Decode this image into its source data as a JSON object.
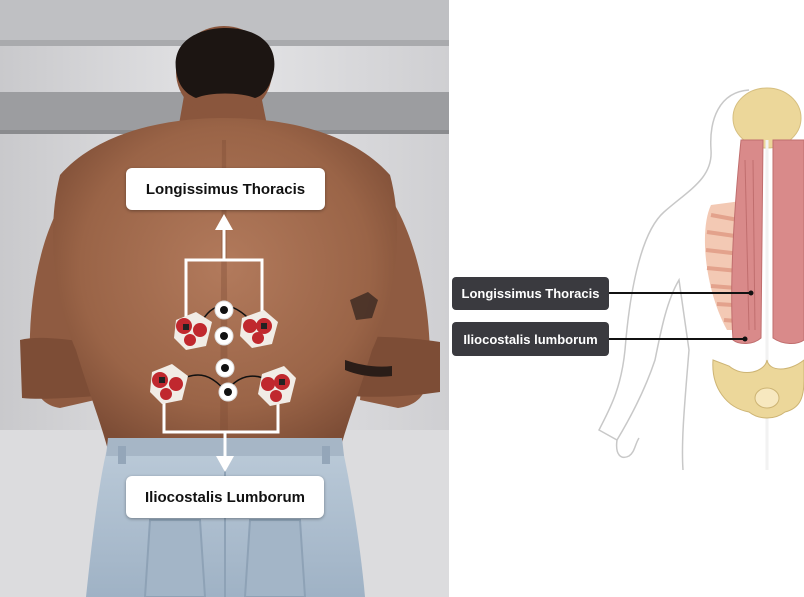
{
  "photo_labels": {
    "upper": "Longissimus Thoracis",
    "lower": "Iliocostalis Lumborum"
  },
  "anatomy_labels": {
    "upper": "Longissimus Thoracis",
    "lower": "Iliocostalis lumborum"
  },
  "colors": {
    "skin": "#a97155",
    "skin_dark": "#7a4a34",
    "hair": "#1c1512",
    "jeans": "#aebfd0",
    "wall": "#d8d8db",
    "electrode_red": "#c0282e",
    "muscle": "#d98a8a",
    "bone": "#ecd79a",
    "rib_stripe": "#e8b4a0",
    "label_dark": "#3a3a3f",
    "leader_line": "#111111"
  }
}
